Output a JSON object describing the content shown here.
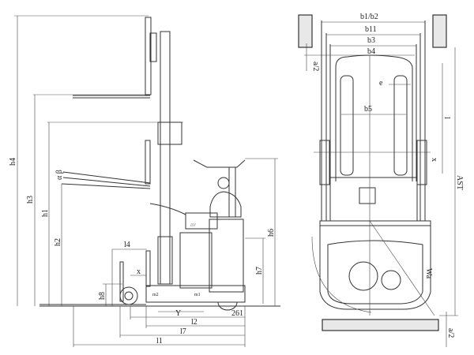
{
  "side_view": {
    "labels": {
      "h4": "h4",
      "h3": "h3",
      "h1": "h1",
      "h2": "h2",
      "alpha_beta": "α β",
      "h6": "h6",
      "h7": "h7",
      "h8": "h8",
      "l4": "l4",
      "x": "x",
      "m2": "m2",
      "m1": "m1",
      "y": "Y",
      "d261": "261",
      "l2": "l2",
      "l7": "l7",
      "l1": "l1",
      "vent": "////"
    }
  },
  "top_view": {
    "labels": {
      "b1b2": "b1/b2",
      "b11": "b11",
      "b3": "b3",
      "b4": "b4",
      "b5": "b5",
      "e": "e",
      "a2_top": "a/2",
      "a2_bottom": "a/2",
      "l": "l",
      "x": "x",
      "ast": "AST",
      "wa": "Wa"
    }
  }
}
